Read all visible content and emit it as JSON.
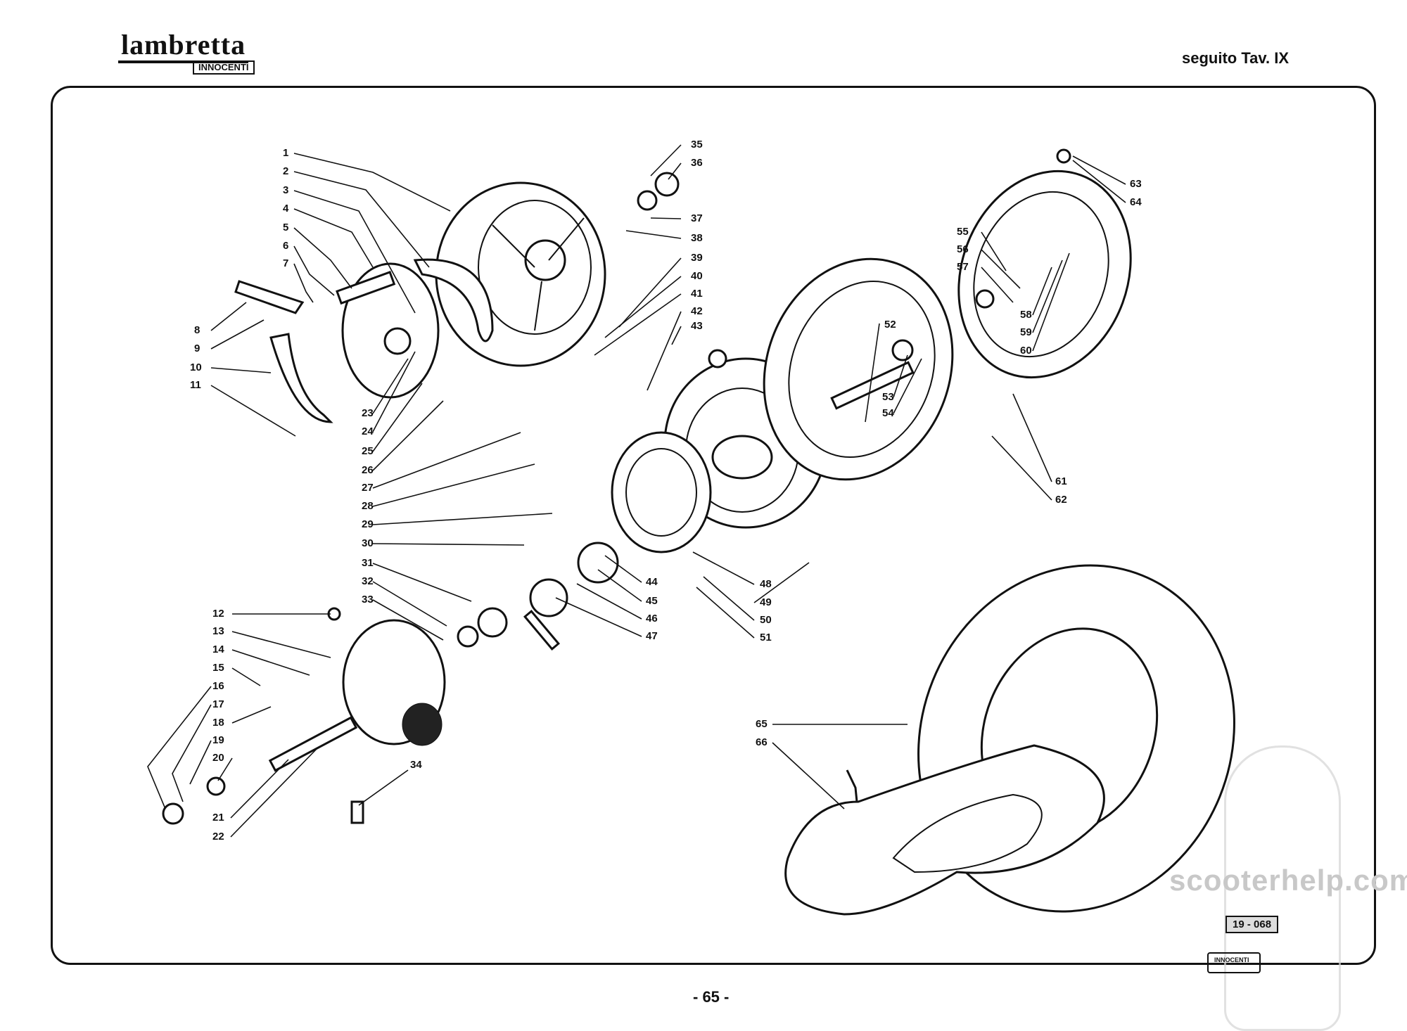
{
  "header": {
    "brand": "lambretta",
    "brand_sub": "INNOCENTI",
    "table_ref": "seguito Tav. IX"
  },
  "footer": {
    "page_number": "- 65 -",
    "stamp": "19 - 068",
    "watermark": "scooterhelp.com",
    "mark_text": "INNOCENTI"
  },
  "labels": [
    "1",
    "2",
    "3",
    "4",
    "5",
    "6",
    "7",
    "8",
    "9",
    "10",
    "11",
    "12",
    "13",
    "14",
    "15",
    "16",
    "17",
    "18",
    "19",
    "20",
    "21",
    "22",
    "23",
    "24",
    "25",
    "26",
    "27",
    "28",
    "29",
    "30",
    "31",
    "32",
    "33",
    "34",
    "35",
    "36",
    "37",
    "38",
    "39",
    "40",
    "41",
    "42",
    "43",
    "44",
    "45",
    "46",
    "47",
    "48",
    "49",
    "50",
    "51",
    "52",
    "53",
    "54",
    "55",
    "56",
    "57",
    "58",
    "59",
    "60",
    "61",
    "62",
    "63",
    "64",
    "65",
    "66"
  ]
}
